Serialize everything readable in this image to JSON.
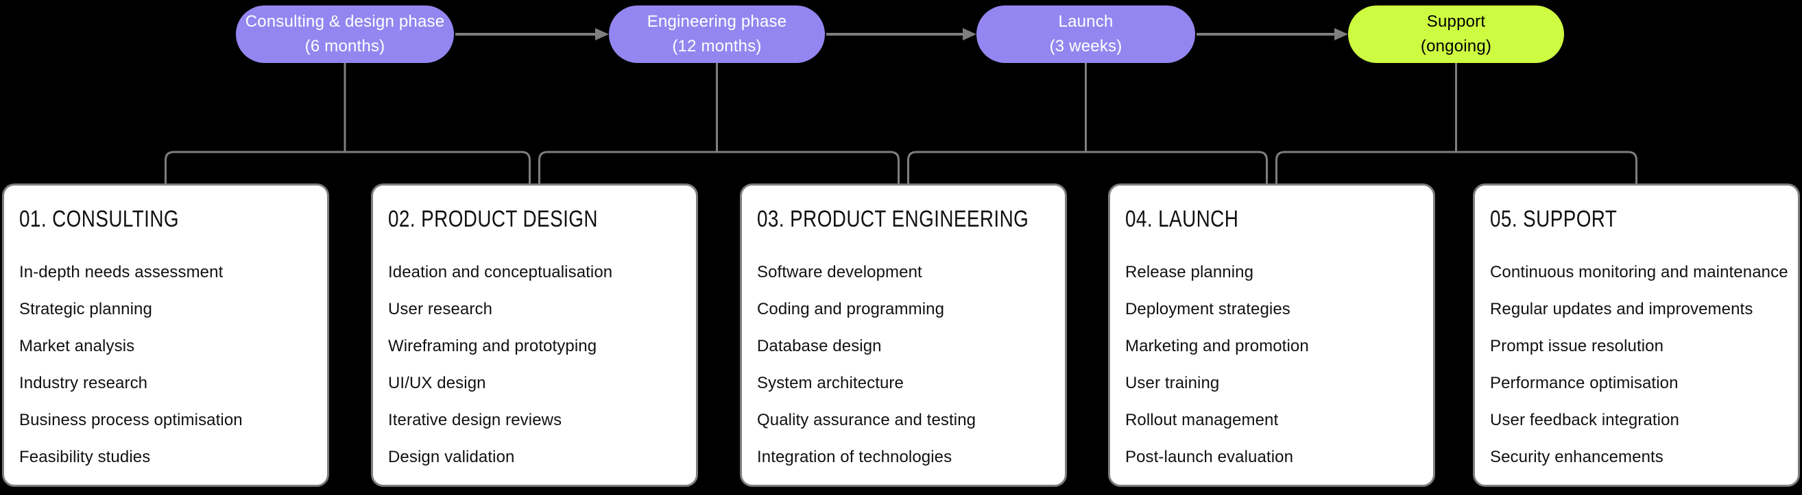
{
  "palette": {
    "background": "#000000",
    "purple": "#9486F0",
    "lime": "#CCFB41",
    "line_gray": "#7E7E7E",
    "card_border": "#7E7E7E",
    "card_bg": "#FFFFFF",
    "card_text": "#111111",
    "pill_text_light": "#FFFFFF",
    "pill_text_dark": "#000000"
  },
  "phases": [
    {
      "title": "Consulting & design phase",
      "duration": "(6 months)",
      "color": "purple"
    },
    {
      "title": "Engineering phase",
      "duration": "(12 months)",
      "color": "purple"
    },
    {
      "title": "Launch",
      "duration": "(3 weeks)",
      "color": "purple"
    },
    {
      "title": "Support",
      "duration": "(ongoing)",
      "color": "lime"
    }
  ],
  "cards": [
    {
      "title": "01. CONSULTING",
      "items": [
        "In-depth needs assessment",
        "Strategic planning",
        "Market analysis",
        "Industry research",
        "Business process optimisation",
        "Feasibility studies"
      ]
    },
    {
      "title": "02. PRODUCT DESIGN",
      "items": [
        "Ideation and conceptualisation",
        "User research",
        "Wireframing and prototyping",
        "UI/UX design",
        "Iterative design reviews",
        "Design validation"
      ]
    },
    {
      "title": "03. PRODUCT ENGINEERING",
      "items": [
        "Software development",
        "Coding and programming",
        "Database design",
        "System architecture",
        "Quality assurance and testing",
        "Integration of technologies"
      ]
    },
    {
      "title": "04. LAUNCH",
      "items": [
        "Release planning",
        "Deployment strategies",
        "Marketing and promotion",
        "User training",
        "Rollout management",
        "Post-launch evaluation"
      ]
    },
    {
      "title": "05. SUPPORT",
      "items": [
        "Continuous monitoring and maintenance",
        "Regular updates and improvements",
        "Prompt issue resolution",
        "Performance optimisation",
        "User feedback integration",
        "Security enhancements"
      ]
    }
  ]
}
